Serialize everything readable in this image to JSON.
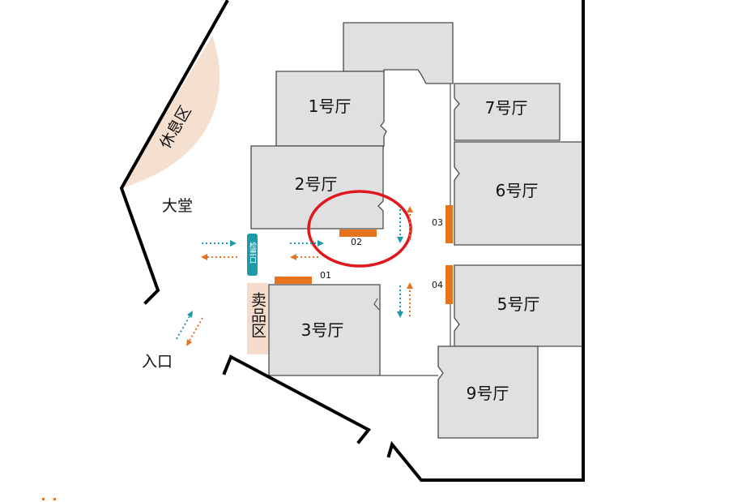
{
  "halls": {
    "hall1": "1号厅",
    "hall2": "2号厅",
    "hall3": "3号厅",
    "hall5": "5号厅",
    "hall6": "6号厅",
    "hall7": "7号厅",
    "hall9": "9号厅"
  },
  "areas": {
    "rest": "休息区",
    "lobby": "大堂",
    "entrance": "入口",
    "shop": "卖品区",
    "ticket_check": "检票口"
  },
  "gates": {
    "g01": "01",
    "g02": "02",
    "g03": "03",
    "g04": "04"
  },
  "colors": {
    "hall_fill": "#e0e0e0",
    "wall": "#000000",
    "door": "#e8731e",
    "teal_arrow": "#1f9aa8",
    "orange_arrow": "#e8731e",
    "rest_area": "#f5dfcf",
    "shop_area": "#f3dccb",
    "ticket_check": "#1f9aa8",
    "highlight_circle": "#e0181e"
  }
}
